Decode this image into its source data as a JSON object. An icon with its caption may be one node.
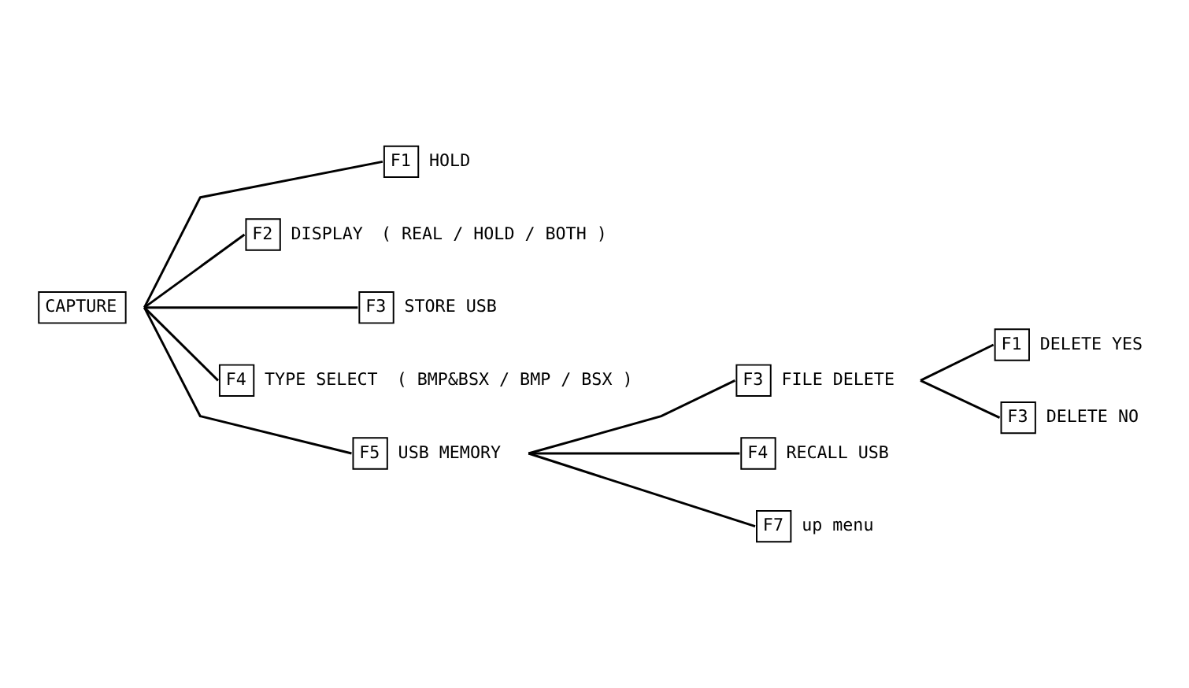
{
  "diagram": {
    "nodes": [
      {
        "text": [
          "CAPTURE"
        ]
      },
      {
        "text": [
          "F1"
        ],
        "beside": [
          "HOLD"
        ]
      },
      {
        "text": [
          "F2"
        ],
        "beside": [
          "DISPLAY",
          "( REAL / HOLD / BOTH )"
        ]
      },
      {
        "text": [
          "F3"
        ],
        "beside": [
          "STORE USB"
        ]
      },
      {
        "text": [
          "F4"
        ],
        "beside": [
          "TYPE SELECT",
          "( BMP&BSX / BMP / BSX )"
        ]
      },
      {
        "text": [
          "F5"
        ],
        "beside": [
          "USB MEMORY"
        ]
      },
      {
        "text": [
          "F3"
        ],
        "beside": [
          "FILE DELETE"
        ]
      },
      {
        "text": [
          "F4"
        ],
        "beside": [
          "RECALL USB"
        ]
      },
      {
        "text": [
          "F7"
        ],
        "beside": [
          "up menu"
        ]
      },
      {
        "text": [
          "F1"
        ],
        "beside": [
          "DELETE YES"
        ]
      },
      {
        "text": [
          "F3"
        ],
        "beside": [
          "DELETE NO"
        ]
      }
    ],
    "edges": [
      {
        "from": 0,
        "to": 1,
        "arrow": "none"
      },
      {
        "from": 0,
        "to": 2,
        "arrow": "none"
      },
      {
        "from": 0,
        "to": 3,
        "arrow": "none"
      },
      {
        "from": 0,
        "to": 4,
        "arrow": "none"
      },
      {
        "from": 0,
        "to": 5,
        "arrow": "none"
      },
      {
        "from": 5,
        "to": 6,
        "arrow": "none"
      },
      {
        "from": 5,
        "to": 7,
        "arrow": "none"
      },
      {
        "from": 5,
        "to": 8,
        "arrow": "none"
      },
      {
        "from": 6,
        "to": 9,
        "arrow": "none"
      },
      {
        "from": 6,
        "to": 10,
        "arrow": "none"
      }
    ]
  }
}
